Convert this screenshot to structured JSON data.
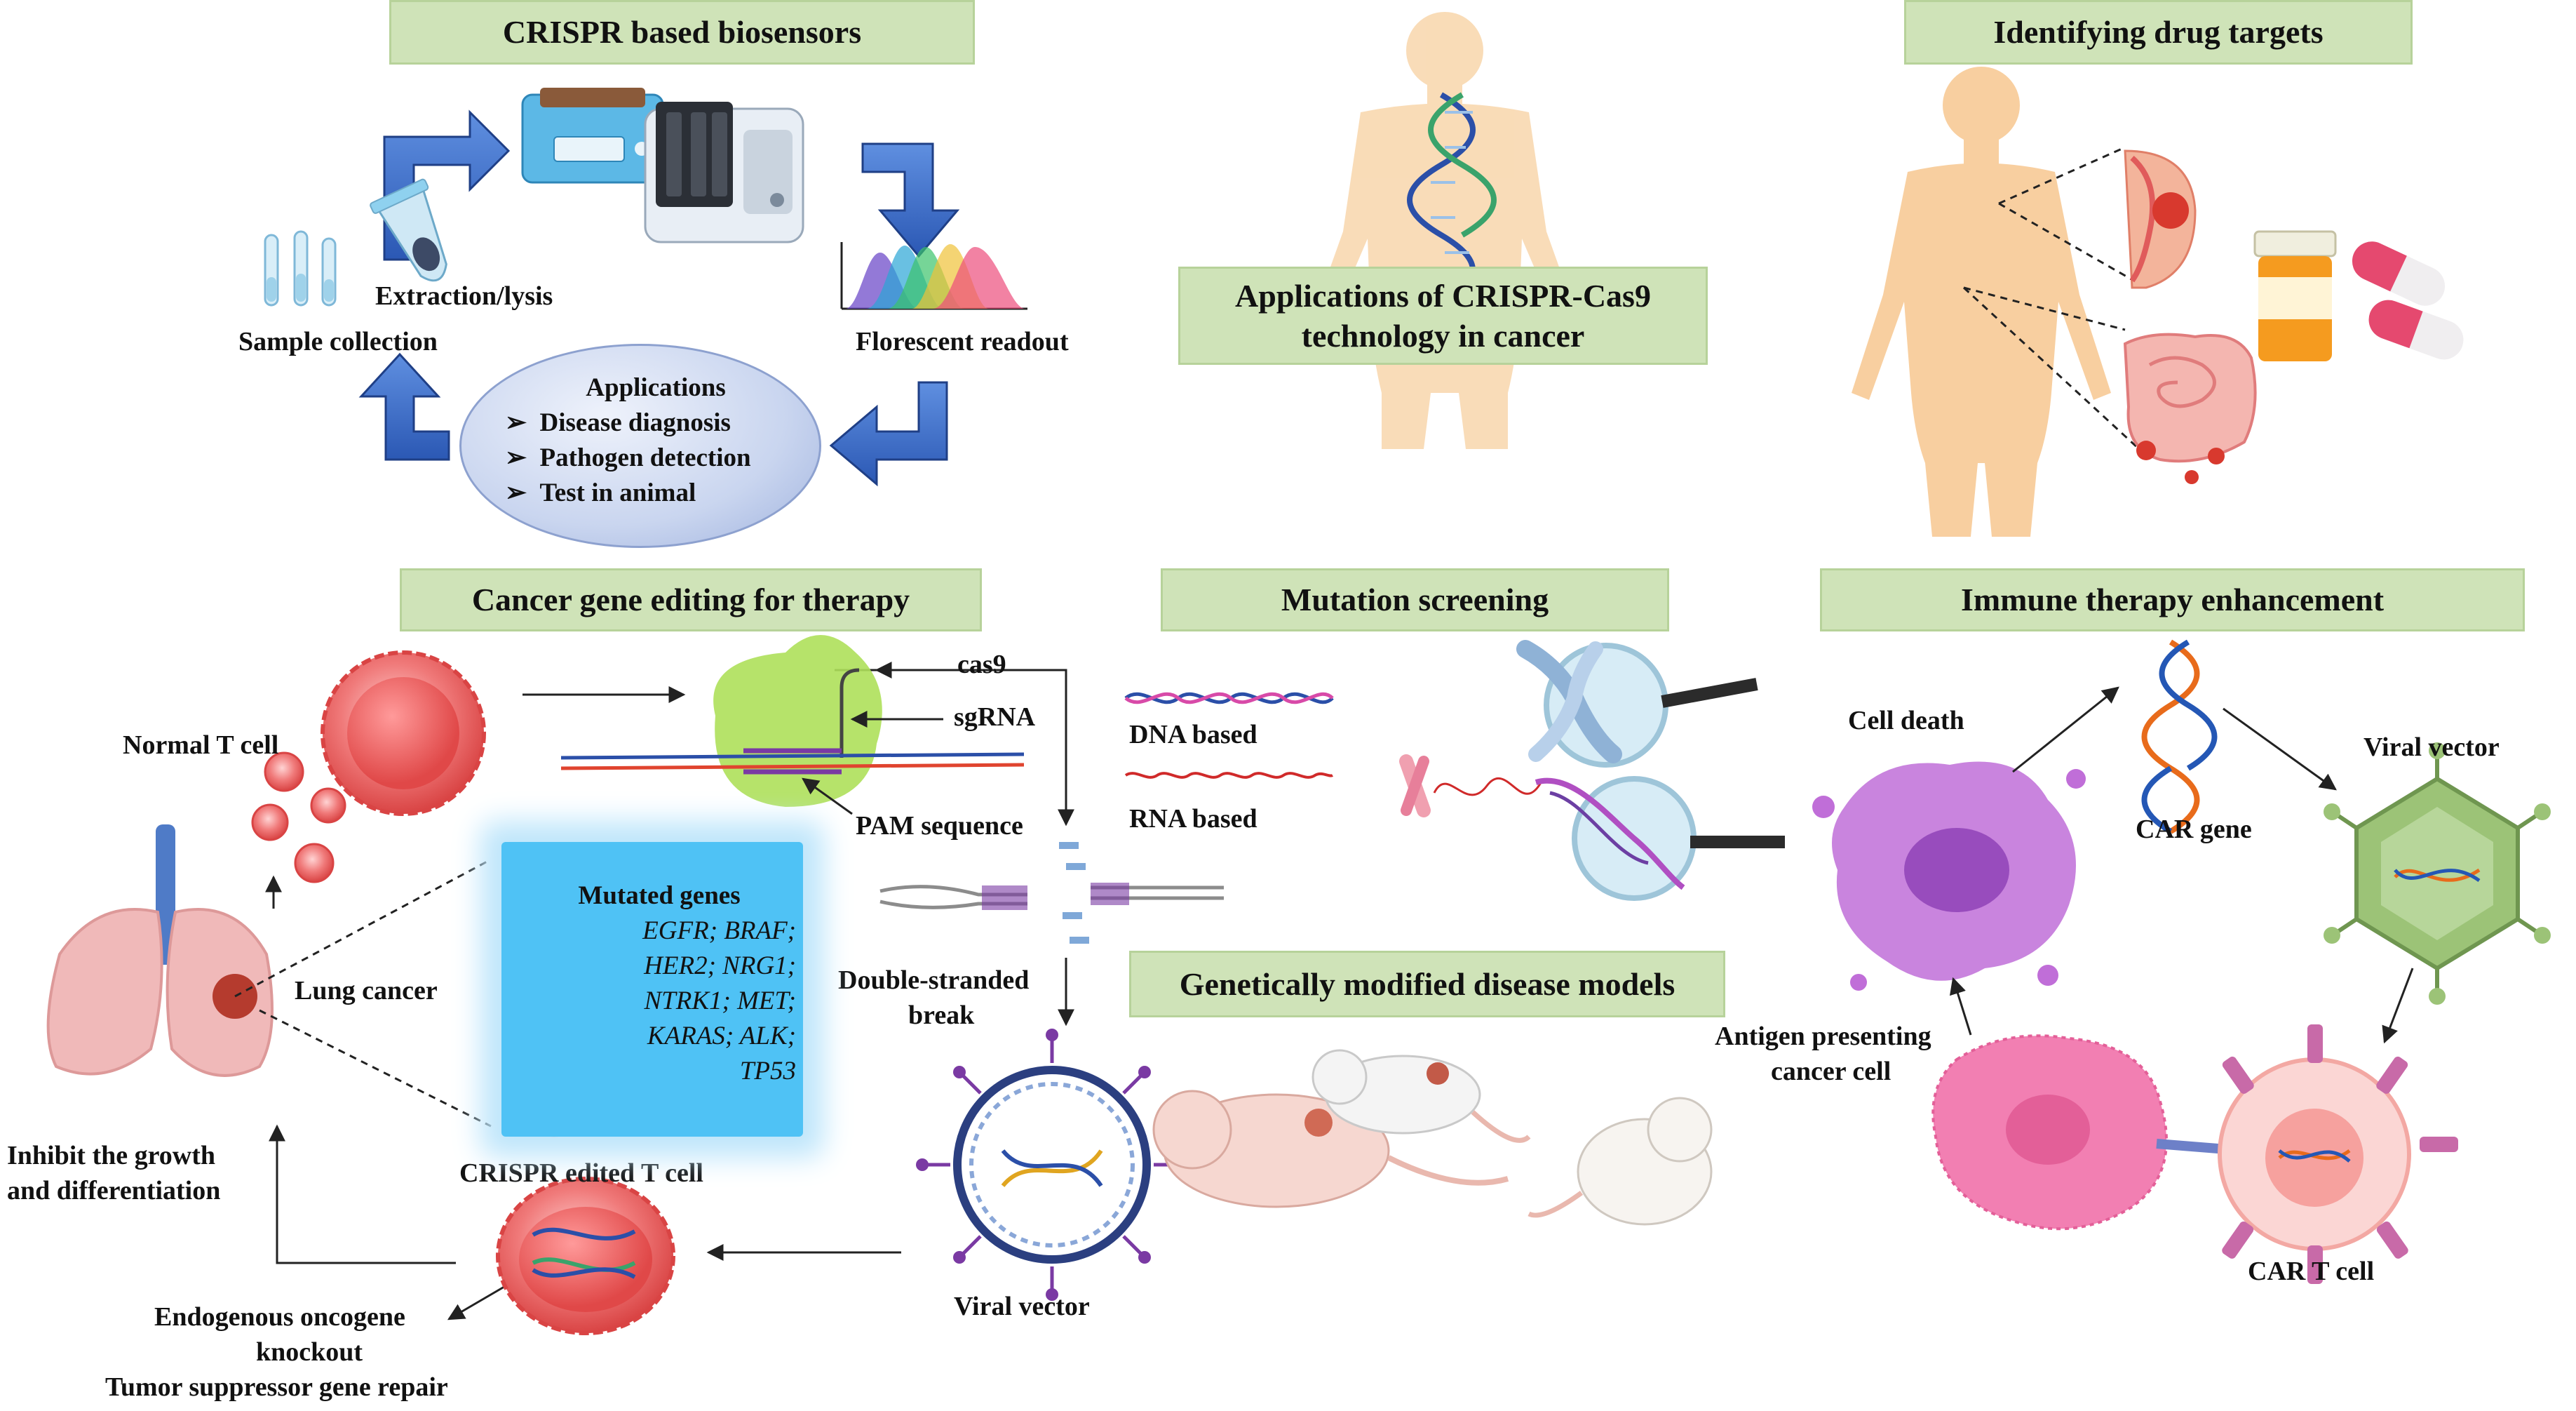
{
  "sections": {
    "biosensors_title": "CRISPR based biosensors",
    "drug_targets_title": "Identifying drug targets",
    "center_title": "Applications of CRISPR-Cas9 technology in cancer",
    "gene_editing_title": "Cancer gene editing for therapy",
    "mutation_screening_title": "Mutation screening",
    "immune_title": "Immune therapy enhancement",
    "disease_models_title": "Genetically modified disease models"
  },
  "biosensors": {
    "extraction": "Extraction/lysis",
    "sample_collection": "Sample collection",
    "florescent_readout": "Florescent readout",
    "applications_heading": "Applications",
    "applications": [
      "Disease diagnosis",
      "Pathogen detection",
      "Test in animal"
    ]
  },
  "gene_editing": {
    "normal_t_cell": "Normal T cell",
    "lung_cancer": "Lung cancer",
    "inhibit_line1": "Inhibit the growth",
    "inhibit_line2": "and differentiation",
    "crispr_edited": "CRISPR edited T cell",
    "endogenous_line1": "Endogenous oncogene",
    "endogenous_line2": "knockout",
    "tumor_suppressor": "Tumor suppressor gene repair",
    "cas9": "cas9",
    "sgrna": "sgRNA",
    "pam": "PAM sequence",
    "dsb_line1": "Double-stranded",
    "dsb_line2": "break",
    "viral_vector": "Viral vector",
    "mutated_heading": "Mutated genes",
    "mutated_lines": [
      "EGFR; BRAF;",
      "HER2; NRG1;",
      "NTRK1; MET;",
      "KARAS; ALK;",
      "TP53"
    ]
  },
  "mutation_screening": {
    "dna_based": "DNA based",
    "rna_based": "RNA based"
  },
  "immune": {
    "cell_death": "Cell death",
    "car_gene": "CAR gene",
    "viral_vector": "Viral vector",
    "antigen_line1": "Antigen presenting",
    "antigen_line2": "cancer cell",
    "car_t_cell": "CAR T cell"
  },
  "colors": {
    "title_fill": "#cfe3b8",
    "flow_arrow": "#3a6bc4",
    "skin": "#f6cf9f",
    "tcell": "#e95a5a",
    "dna_blue": "#2457b5",
    "dna_orange": "#e86b1b",
    "virus_green": "#8fb86a",
    "apc_pink": "#f06aa8",
    "dead_cell_purple": "#b25bd6",
    "mutated_box": "#4fc2f5"
  }
}
